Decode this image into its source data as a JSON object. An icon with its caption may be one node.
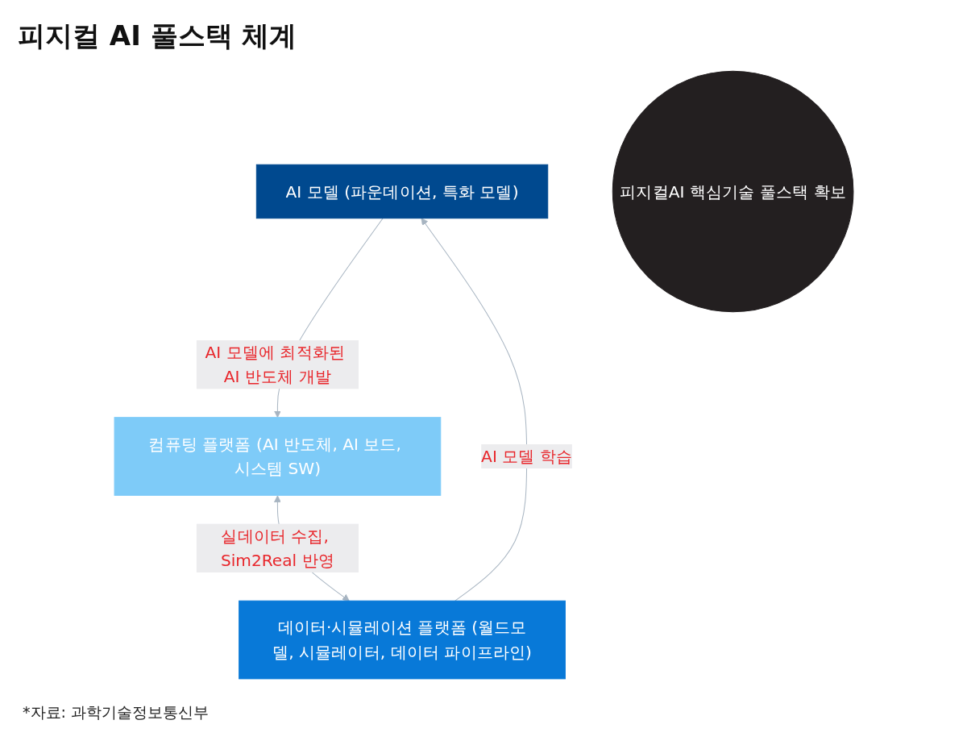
{
  "diagram": {
    "title": "피지컬 AI 풀스택 체계",
    "nodes": [
      {
        "text": [
          "AI 모델 (파운데이션, 특화 모델)"
        ]
      },
      {
        "text": [
          "피지컬AI 핵심기술 풀스택 확보"
        ]
      },
      {
        "text": [
          "데이터·시뮬레이션 플랫폼 (월드모델, 시뮬레이터, 데이터 파이프라인)"
        ]
      },
      {
        "text": [
          "컴퓨팅 플랫폼 (AI 반도체, AI 보드, 시스템 SW)"
        ]
      }
    ],
    "edges": [
      {
        "from": 0,
        "to": 3,
        "arrow": "to",
        "label": "AI 모델에 최적화된 AI 반도체 개발"
      },
      {
        "from": 3,
        "to": 2,
        "arrow": "both",
        "label": "실데이터 수집, Sim2Real 반영"
      },
      {
        "from": 2,
        "to": 0,
        "arrow": "to",
        "label": "AI 모델 학습"
      }
    ],
    "labels": [
      "*자료: 과학기술정보통신부"
    ]
  }
}
